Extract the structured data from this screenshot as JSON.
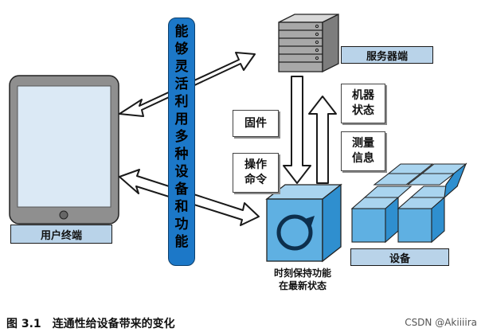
{
  "user_terminal_label": "用户终端",
  "server_label": "服务器端",
  "device_label": "设备",
  "band_text": "能够灵活利用多种设备和功能",
  "note_firmware": "固件",
  "note_command": "操作\n命令",
  "note_machine_state": "机器\n状态",
  "note_measure_info": "测量\n信息",
  "sync_text_line1": "时刻保持功能",
  "sync_text_line2": "在最新状态",
  "caption_number": "图 3.1",
  "caption_title": "连通性给设备带来的变化",
  "watermark": "CSDN @Akiiiira"
}
